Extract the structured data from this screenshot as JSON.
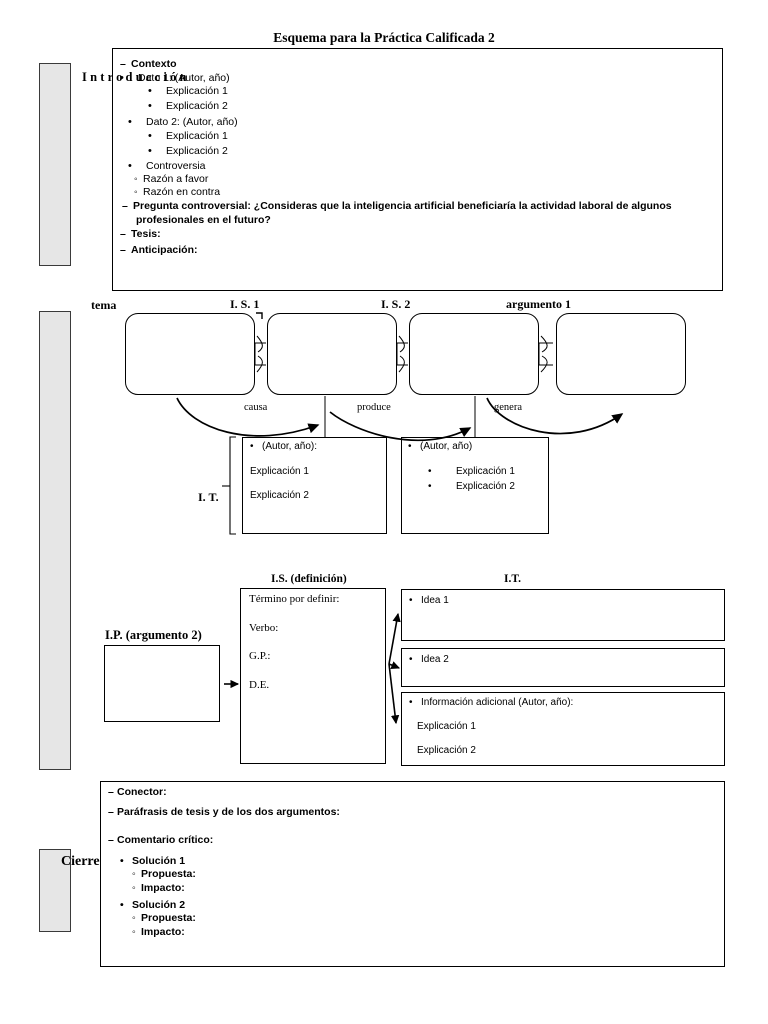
{
  "title": "Esquema para la Práctica Calificada 2",
  "sections": {
    "introduccion": {
      "label": "Introducción",
      "items": {
        "contexto": "Contexto",
        "dato1": "Dato 1: (Autor, año)",
        "dato1_exp1": "Explicación 1",
        "dato1_exp2": "Explicación 2",
        "dato2": "Dato 2: (Autor, año)",
        "dato2_exp1": "Explicación 1",
        "dato2_exp2": "Explicación 2",
        "controversia": "Controversia",
        "razon_favor": "Razón a favor",
        "razon_contra": "Razón en contra",
        "pregunta": "Pregunta controversial: ¿Consideras que la inteligencia artificial beneficiaría la actividad laboral de algunos",
        "pregunta_cont": "profesionales en el futuro?",
        "tesis": "Tesis:",
        "anticipacion": "Anticipación:"
      }
    },
    "desarrollo1": {
      "labels": {
        "tema": "tema",
        "is1": "I. S. 1",
        "is2": "I. S. 2",
        "argumento1": "argumento 1",
        "it": "I. T."
      },
      "connectors": {
        "causa": "causa",
        "produce": "produce",
        "genera": "genera"
      },
      "evidence_box_1": {
        "autor": "(Autor, año):",
        "exp1": "Explicación 1",
        "exp2": "Explicación 2"
      },
      "evidence_box_2": {
        "autor": "(Autor, año)",
        "exp1": "Explicación 1",
        "exp2": "Explicación 2"
      }
    },
    "desarrollo2": {
      "labels": {
        "ip": "I.P. (argumento 2)",
        "is_definicion": "I.S. (definición)",
        "it": "I.T."
      },
      "definicion": {
        "termino": "Término por definir:",
        "verbo": "Verbo:",
        "gp": "G.P.:",
        "de": "D.E."
      },
      "ideas": {
        "idea1": "Idea 1",
        "idea2": "Idea 2",
        "info_adicional": "Información adicional (Autor, año):",
        "exp1": "Explicación 1",
        "exp2": "Explicación 2"
      }
    },
    "cierre": {
      "label": "Cierre",
      "items": {
        "conector": "Conector:",
        "parafrasis": "Paráfrasis de tesis y de los dos argumentos:",
        "comentario": "Comentario crítico:",
        "solucion1": "Solución 1",
        "solucion1_propuesta": "Propuesta:",
        "solucion1_impacto": "Impacto:",
        "solucion2": "Solución 2",
        "solucion2_propuesta": "Propuesta:",
        "solucion2_impacto": "Impacto:"
      }
    }
  },
  "colors": {
    "bar_fill": "#e6e6e6",
    "bar_border": "#3a3a3a",
    "line": "#000000",
    "page_bg": "#ffffff"
  }
}
